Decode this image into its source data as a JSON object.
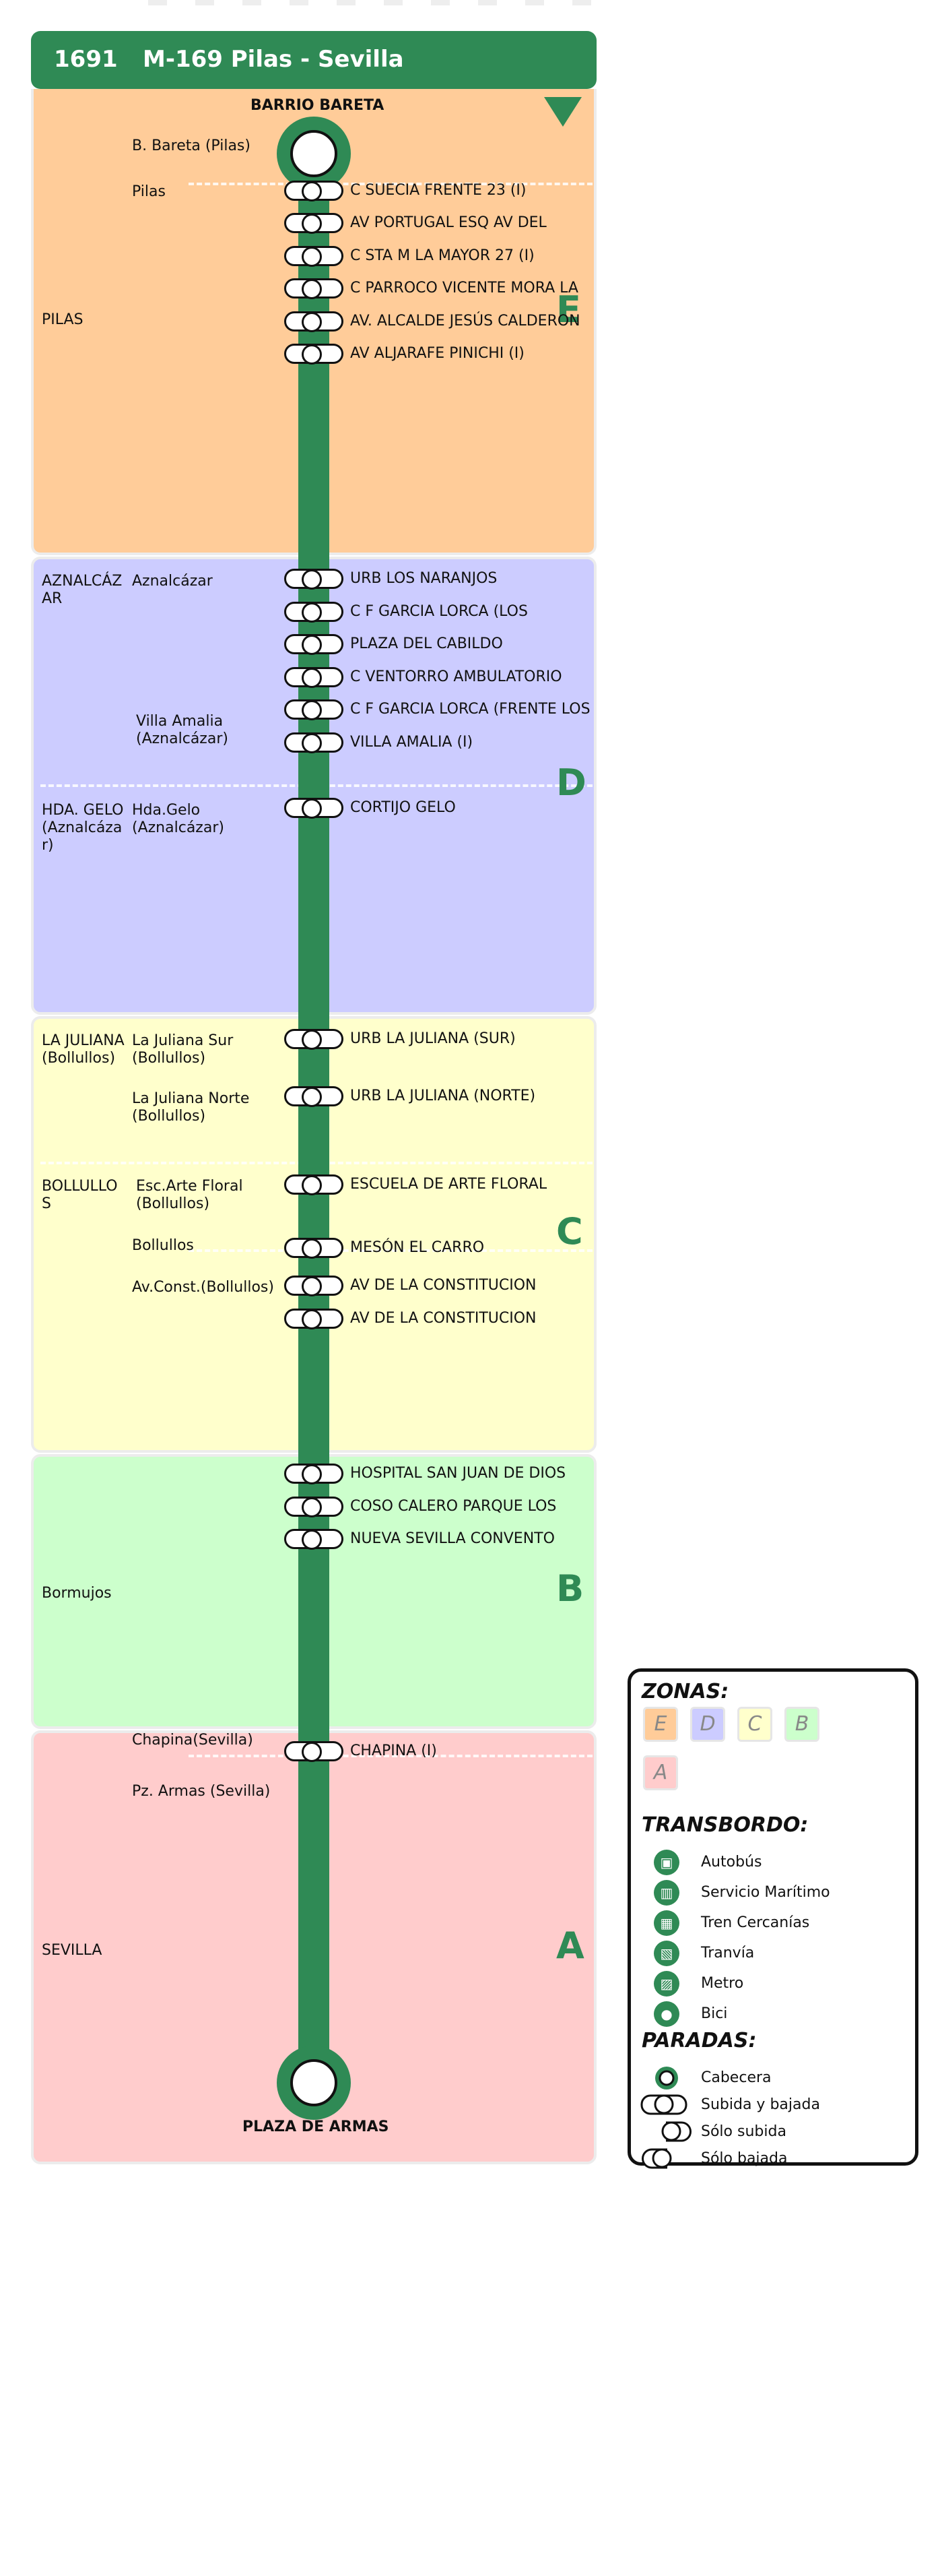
{
  "header": {
    "route_id": "1691",
    "route_name": "M-169 Pilas - Sevilla"
  },
  "terminals": {
    "start": "BARRIO BARETA",
    "end": "PLAZA DE ARMAS"
  },
  "zones": [
    {
      "letter": "E",
      "color": "#ffcc99",
      "name": "PILAS"
    },
    {
      "letter": "D",
      "color": "#ccccff",
      "name": "AZNALCÁZ\nAR",
      "name2": "HDA. GELO\n(Aznalcáza\nr)"
    },
    {
      "letter": "C",
      "color": "#ffffcc",
      "name": "LA JULIANA\n(Bollullos)",
      "name2": "BOLLULLO\nS"
    },
    {
      "letter": "B",
      "color": "#ccffcc",
      "name": "Bormujos"
    },
    {
      "letter": "A",
      "color": "#ffcccc",
      "name": "SEVILLA"
    }
  ],
  "localities": [
    "B. Bareta (Pilas)",
    "Pilas",
    "Aznalcázar",
    "Villa Amalia\n(Aznalcázar)",
    "Hda.Gelo\n(Aznalcázar)",
    "La Juliana Sur\n(Bollullos)",
    "La Juliana Norte\n(Bollullos)",
    "Esc.Arte Floral\n(Bollullos)",
    "Bollullos",
    "Av.Const.(Bollullos)",
    "Chapina(Sevilla)",
    "Pz. Armas (Sevilla)"
  ],
  "stops": [
    "C SUECIA FRENTE 23 (I)",
    "AV PORTUGAL ESQ AV DEL",
    "C STA M LA MAYOR 27 (I)",
    "C PARROCO VICENTE MORA LA",
    "AV. ALCALDE JESÚS CALDERON",
    "AV ALJARAFE PINICHI (I)",
    "URB LOS NARANJOS",
    "C F GARCIA LORCA (LOS",
    "PLAZA DEL CABILDO",
    "C VENTORRO AMBULATORIO",
    "C F GARCIA LORCA (FRENTE LOS",
    "VILLA AMALIA (I)",
    "CORTIJO GELO",
    "URB LA JULIANA (SUR)",
    "URB LA JULIANA (NORTE)",
    "ESCUELA DE ARTE FLORAL",
    "MESÓN EL CARRO",
    "AV DE LA CONSTITUCION",
    "AV DE LA CONSTITUCION",
    "HOSPITAL SAN JUAN DE DIOS",
    "COSO CALERO PARQUE LOS",
    "NUEVA SEVILLA CONVENTO",
    "CHAPINA (I)"
  ],
  "legend": {
    "zones_title": "ZONAS:",
    "zone_letters": [
      "E",
      "D",
      "C",
      "B",
      "A"
    ],
    "transfer_title": "TRANSBORDO:",
    "transfers": [
      "Autobús",
      "Servicio Marítimo",
      "Tren Cercanías",
      "Tranvía",
      "Metro",
      "Bici"
    ],
    "stops_title": "PARADAS:",
    "stop_types": [
      "Cabecera",
      "Subida y bajada",
      "Sólo subida",
      "Sólo bajada"
    ]
  },
  "colors": {
    "line": "#2f8a55",
    "zone_e": "#ffcc99",
    "zone_d": "#ccccff",
    "zone_c": "#ffffcc",
    "zone_b": "#ccffcc",
    "zone_a": "#ffcccc"
  }
}
